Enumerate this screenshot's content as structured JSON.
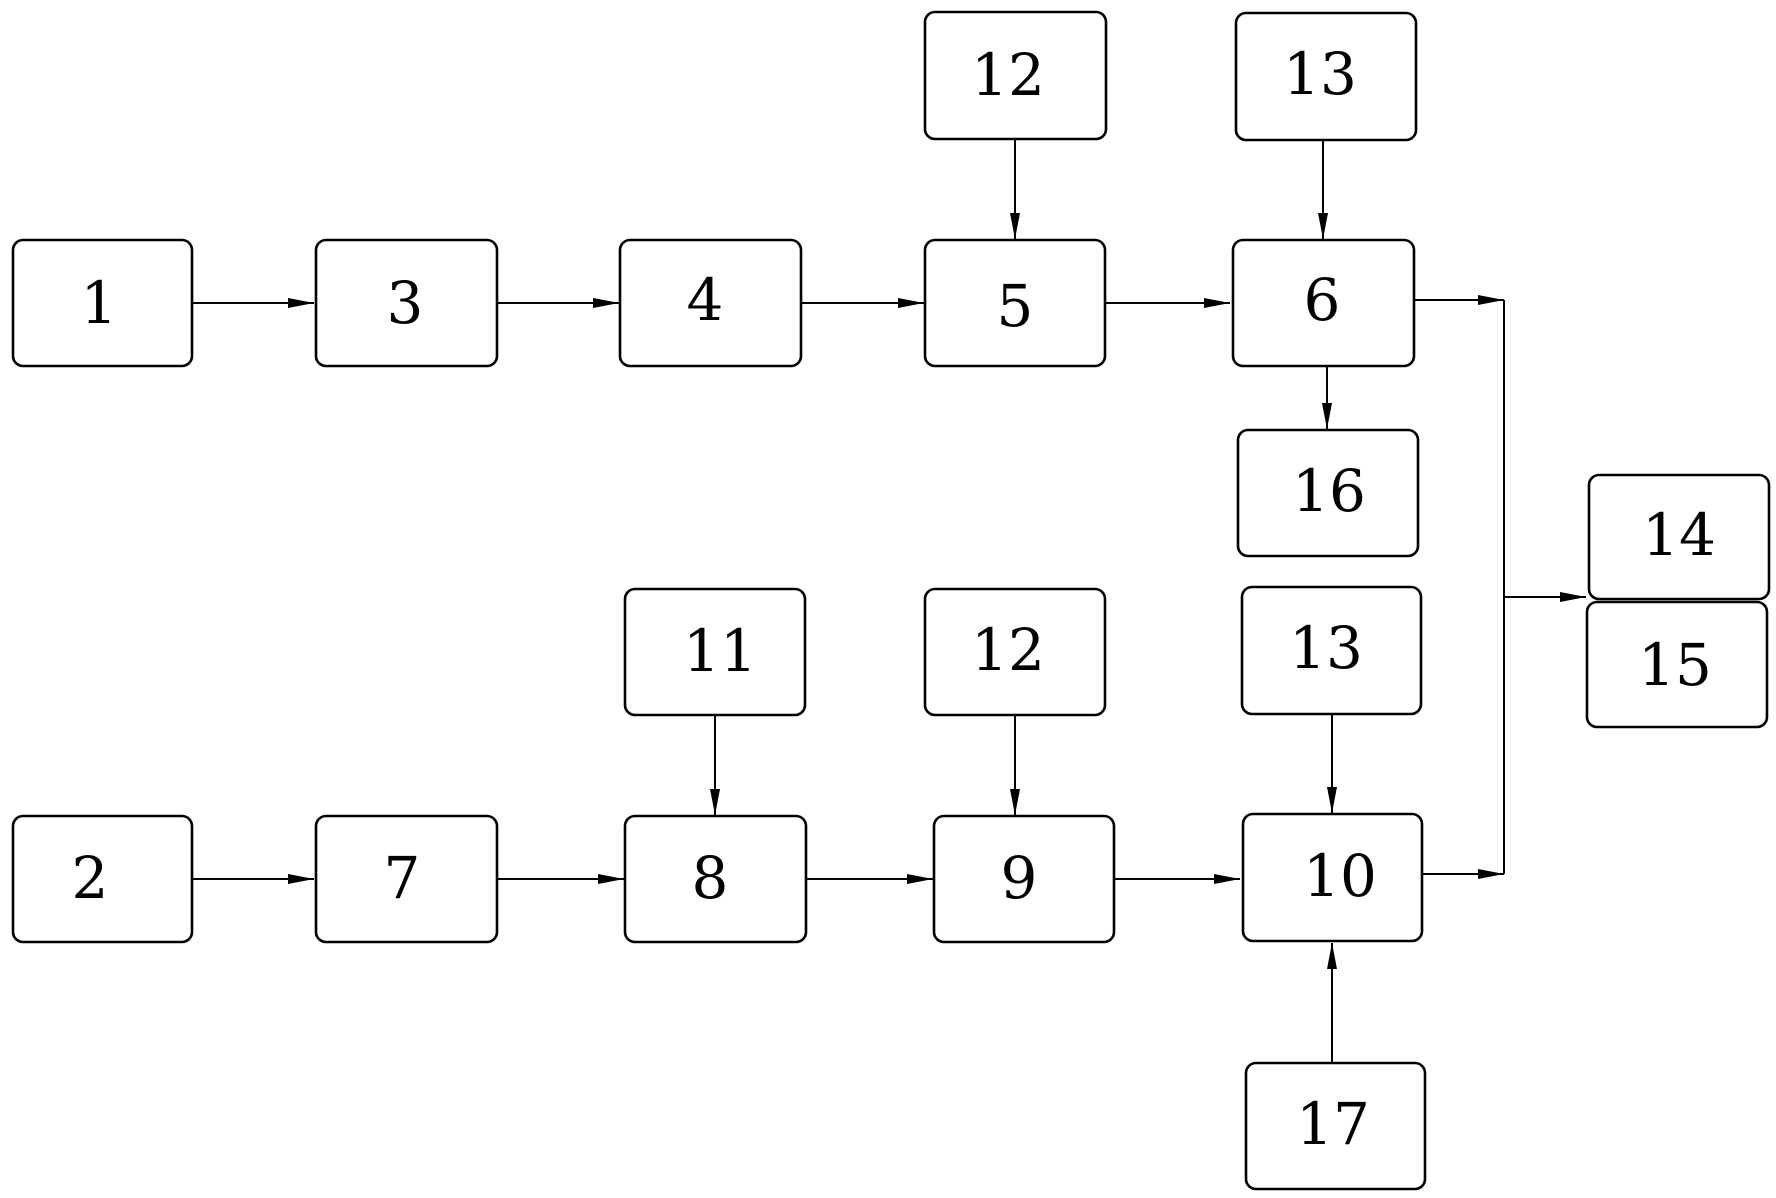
{
  "diagram": {
    "boxes": {
      "b1": "1",
      "b3": "3",
      "b4": "4",
      "b5": "5",
      "b6": "6",
      "b12_top": "12",
      "b13_top": "13",
      "b16": "16",
      "b14": "14",
      "b15": "15",
      "b2": "2",
      "b7": "7",
      "b8": "8",
      "b9": "9",
      "b10": "10",
      "b11": "11",
      "b12_bottom": "12",
      "b13_bottom": "13",
      "b17": "17"
    }
  }
}
